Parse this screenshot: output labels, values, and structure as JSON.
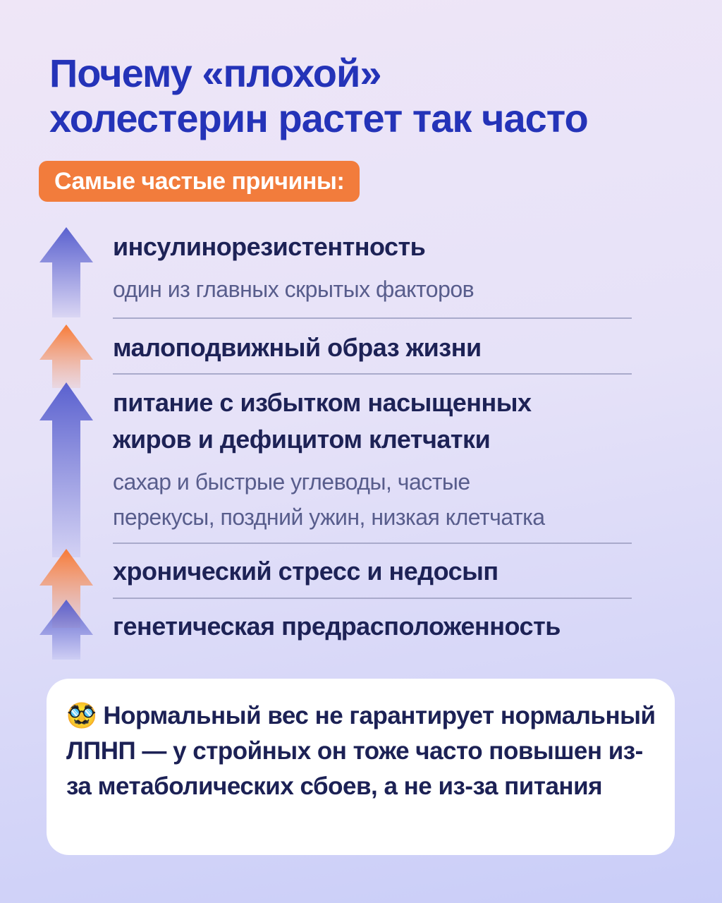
{
  "title_lines": [
    "Почему «плохой»",
    "холестерин растет так часто"
  ],
  "badge": "Самые частые причины:",
  "causes": [
    {
      "title": "инсулинорезистентность",
      "note": "один из главных скрытых факторов"
    },
    {
      "title": "малоподвижный образ жизни"
    },
    {
      "title_lines": [
        "питание с избытком насыщенных",
        "жиров и дефицитом клетчатки"
      ],
      "note_lines": [
        "сахар и быстрые углеводы, частые",
        "перекусы, поздний ужин, низкая клетчатка"
      ]
    },
    {
      "title": "хронический стресс и недосып"
    },
    {
      "title": "генетическая предрасположенность"
    }
  ],
  "note": {
    "emoji": "🥸",
    "text": "Нормальный вес не гарантирует нормальный ЛПНП — у стройных он тоже часто повышен из-за метаболических сбоев, а не из-за питания"
  },
  "colors": {
    "title": "#2433b8",
    "accent": "#f27c3c",
    "arrow_blue": "#5b63d0"
  }
}
